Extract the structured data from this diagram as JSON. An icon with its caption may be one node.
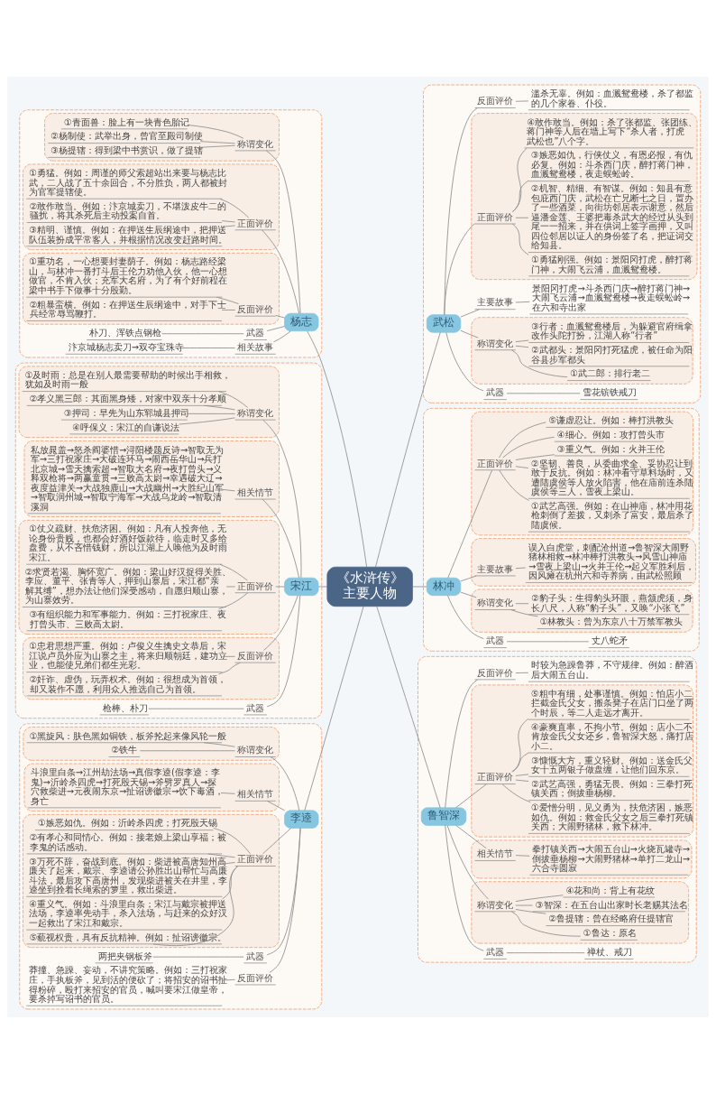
{
  "diagram": {
    "nodes": [
      {
        "text": [
          "《水浒传》主要人物"
        ]
      },
      {
        "text": [],
        "shape": "box"
      },
      {
        "text": [
          "杨志"
        ],
        "in": 1
      },
      {
        "text": [
          "武器"
        ],
        "in": 1
      },
      {
        "text": [
          "朴刀、浑铁点钢枪"
        ],
        "in": 1
      },
      {
        "text": [],
        "shape": "box",
        "in": 1
      },
      {
        "text": [
          "称谓变化"
        ],
        "in": 5
      },
      {
        "text": [
          "①青面兽：脸上有一块青色胎记"
        ],
        "in": 5
      },
      {
        "text": [
          "②杨制使：武举出身，曾官至殿司制使"
        ],
        "in": 5
      },
      {
        "text": [
          "③杨提辖：得到梁中书赏识，做了提辖"
        ],
        "in": 5
      },
      {
        "text": [
          "相关故事"
        ],
        "in": 1
      },
      {
        "text": [
          "汴京城杨志卖刀→双夺宝珠寺"
        ],
        "in": 1
      },
      {
        "text": [],
        "shape": "box",
        "in": 1
      },
      {
        "text": [
          "正面评价"
        ],
        "in": 12
      },
      {
        "text": [
          "①勇猛。例如：周谨的师父索超站出来要与杨志比武，二人战了五十余回合，不分胜负，两人都被封为官军提辖使。"
        ],
        "in": 12
      },
      {
        "text": [
          "②敢作敢当。例如：汴京城卖刀，不堪泼皮牛二的骚扰，将其杀死后主动投案自首。"
        ],
        "in": 12
      },
      {
        "text": [
          "③精明、谨慎。例如：在押送生辰纲途中，把押送队伍装扮成平常客人，并根据情况改变赶路时间。"
        ],
        "in": 12
      },
      {
        "text": [],
        "shape": "box",
        "in": 1
      },
      {
        "text": [
          "反面评价"
        ],
        "in": 17
      },
      {
        "text": [
          "①重功名，一心想要封妻荫子。例如：杨志路经梁山，与林冲一番打斗后王伦力劝他入伙，他一心想做官，不肯入伙；充军大名府，为了有个好前程在梁中书手下做事十分殷勤。"
        ],
        "in": 17
      },
      {
        "text": [
          "②粗暴蛮横。例如：在押送生辰纲途中，对手下士兵经常辱骂鞭打。"
        ],
        "in": 17
      },
      {
        "text": [],
        "shape": "box"
      },
      {
        "text": [
          "宋江"
        ],
        "in": 21
      },
      {
        "text": [
          "武器"
        ],
        "in": 21
      },
      {
        "text": [
          "枪棒、朴刀"
        ],
        "in": 21
      },
      {
        "text": [],
        "shape": "box",
        "in": 21
      },
      {
        "text": [
          "称谓变化"
        ],
        "in": 25
      },
      {
        "text": [
          "①及时雨：总是在别人最需要帮助的时候出手相救，犹如及时雨一般"
        ],
        "in": 25
      },
      {
        "text": [
          "②孝义黑三郎：其面黑身矮，对家中双亲十分孝顺"
        ],
        "in": 25
      },
      {
        "text": [
          "③押司：早先为山东郓城县押司"
        ],
        "in": 25
      },
      {
        "text": [
          "④呼保义：宋江的自谦说法"
        ],
        "in": 25
      },
      {
        "text": [],
        "shape": "box",
        "in": 21
      },
      {
        "text": [
          "相关情节"
        ],
        "in": 31
      },
      {
        "text": [
          "私放晁盖→怒杀阎婆惜→浔阳楼题反诗→智取无为军→三打祝家庄→大破连环马→闹西岳华山→兵打北京城→雪天擒索超→智取大名府→夜打曾头→义释双枪将→两赢童贯→三败高太尉→幸遇破大辽→夜度益津关→大战独鹿山→大战幽州→大胜纪山军→智取润州城→智取宁海军→大战乌龙岭→智取清溪洞"
        ],
        "in": 31
      },
      {
        "text": [],
        "shape": "box",
        "in": 21
      },
      {
        "text": [
          "正面评价"
        ],
        "in": 34
      },
      {
        "text": [
          "①仗义疏财、扶危济困。例如：凡有人投奔他，无论身份贵贱，也都会好酒好饭款待，临走时又多给盘费，从不吝惜钱财，所以江湖上人唤他为及时雨宋江。"
        ],
        "in": 34
      },
      {
        "text": [
          "②求贤若渴、胸怀宽广。例如：梁山好汉捉得关胜、李应、董平、张青等人，押到山寨后，宋江都“亲解其缚”，想办法让他们深受感动，自愿归顺山寨，为山寨效劳。"
        ],
        "in": 34
      },
      {
        "text": [
          "③有组织能力和军事能力。例如：三打祝家庄、夜打曾头市、三败高太尉。"
        ],
        "in": 34
      },
      {
        "text": [],
        "shape": "box",
        "in": 21
      },
      {
        "text": [
          "反面评价"
        ],
        "in": 39
      },
      {
        "text": [
          "①忠君思想严重。例如：卢俊义生擒史文恭后，宋江说卢员外应为山寨之主，将来归顺朝廷，建功立业，也能使兄弟们都生光彩。"
        ],
        "in": 39
      },
      {
        "text": [
          "②奸诈、虚伪，玩弄权术。例如：很想成为首领，却又装作不愿，利用众人推选自己为首领。"
        ],
        "in": 39
      },
      {
        "text": [],
        "shape": "box"
      },
      {
        "text": [
          "李逵"
        ],
        "in": 43
      },
      {
        "text": [
          "武器"
        ],
        "in": 43
      },
      {
        "text": [
          "两把夹钢板斧"
        ],
        "in": 43
      },
      {
        "text": [],
        "shape": "box",
        "in": 43
      },
      {
        "text": [
          "称谓变化"
        ],
        "in": 47
      },
      {
        "text": [
          "①黑旋风：肤色黑如铜铁，板斧抡起来像风轮一般"
        ],
        "in": 47
      },
      {
        "text": [
          "②铁牛"
        ],
        "in": 47
      },
      {
        "text": [],
        "shape": "box",
        "in": 43
      },
      {
        "text": [
          "相关情节"
        ],
        "in": 51
      },
      {
        "text": [
          "斗浪里白条→江州劫法场→真假李逵(假李逵：李鬼)→沂岭杀四虎→打死殷天锡→斧劈罗真人→探穴救柴进→元夜闹东京→扯诏谤徽宗→饮下毒酒，身亡"
        ],
        "in": 51
      },
      {
        "text": [],
        "shape": "box",
        "in": 43
      },
      {
        "text": [
          "正面评价"
        ],
        "in": 54
      },
      {
        "text": [
          "①嫉恶如仇。例如：沂岭杀四虎；打死殷天锡"
        ],
        "in": 54
      },
      {
        "text": [
          "②有孝心和同情心。例如：接老娘上梁山享福；被李鬼的话感动。"
        ],
        "in": 54
      },
      {
        "text": [
          "③万死不辞，奋战到底。例如：柴进被高唐知州高廉关了起来，戴宗、李逵请公孙胜出山帮忙与高廉斗法，最后攻下高唐州，发现柴进被关在井里，李逵坐到拴着长绳索的箩里，救出柴进。"
        ],
        "in": 54
      },
      {
        "text": [
          "④重义气。例如：斗浪里白条；宋江与戴宗被押送法场，李逵率先动手，杀入法场，与赶来的众好汉一起救出了宋江和戴宗。"
        ],
        "in": 54
      },
      {
        "text": [
          "⑤藐视权贵，具有反抗精神。例如：扯诏谤徽宗。"
        ],
        "in": 54
      },
      {
        "text": [
          "反面评价"
        ],
        "in": 43
      },
      {
        "text": [
          "莽撞、急躁、妄动，不讲究策略。例如：三打祝家庄，手执板斧，见到活的便砍了；将招安的诏书扯得粉碎，殴打来招安的官员，喊叫要宋江做皇帝，要杀掉写诏书的官员。"
        ],
        "in": 43
      },
      {
        "text": [],
        "shape": "box"
      },
      {
        "text": [
          "武松"
        ],
        "in": 63
      },
      {
        "text": [
          "武器"
        ],
        "in": 63
      },
      {
        "text": [
          "雪花镔铁戒刀"
        ],
        "in": 63
      },
      {
        "text": [],
        "shape": "box",
        "in": 63
      },
      {
        "text": [
          "称谓变化"
        ],
        "in": 67
      },
      {
        "text": [
          "①武二郎：排行老二"
        ],
        "in": 67
      },
      {
        "text": [
          "②武都头：景阳冈打死猛虎，被任命为阳谷县步军都头"
        ],
        "in": 67
      },
      {
        "text": [
          "③行者：血溅鸳鸯楼后，为躲避官府缉拿改作头陀打扮，江湖人称“行者”"
        ],
        "in": 67
      },
      {
        "text": [
          "主要故事"
        ],
        "in": 63
      },
      {
        "text": [
          "景阳冈打虎→斗杀西门庆→醉打蒋门神→大闹飞云浦→血溅鸳鸯楼→夜走蜈蚣岭→在六和寺出家"
        ],
        "in": 63
      },
      {
        "text": [],
        "shape": "box",
        "in": 63
      },
      {
        "text": [
          "正面评价"
        ],
        "in": 74
      },
      {
        "text": [
          "①勇猛刚强。例如：景阳冈打虎，醉打蒋门神，大闹飞云浦，血溅鸳鸯楼。"
        ],
        "in": 74
      },
      {
        "text": [
          "②机智、精细、有智谋。例如：知县有意包庇西门庆，武松在亡兄断七之日，置办了一些酒菜，向街坊邻居表示谢意，然后逼潘金莲、王婆把毒杀武大的经过从头到尾一一招来，并在供词上签字画押，又叫四位邻居以证人的身份签了名，把证词交给知县。"
        ],
        "in": 74
      },
      {
        "text": [
          "③嫉恶如仇，行侠仗义，有恩必报，有仇必复。例如：斗杀西门庆，醉打蒋门神，血溅鸳鸯楼，夜走蜈蚣岭。"
        ],
        "in": 74
      },
      {
        "text": [
          "④敢作敢当。例如：杀了张都监、张团练、蒋门神等人后在墙上写下“杀人者，打虎武松也”八个字。"
        ],
        "in": 74
      },
      {
        "text": [
          "反面评价"
        ],
        "in": 63
      },
      {
        "text": [
          "滥杀无辜。例如：血溅鸳鸯楼，杀了都监的几个家眷、仆役。"
        ],
        "in": 63
      },
      {
        "text": [],
        "shape": "box"
      },
      {
        "text": [
          "林冲"
        ],
        "in": 82
      },
      {
        "text": [
          "武器"
        ],
        "in": 82
      },
      {
        "text": [
          "丈八蛇矛"
        ],
        "in": 82
      },
      {
        "text": [],
        "shape": "box",
        "in": 82
      },
      {
        "text": [
          "称谓变化"
        ],
        "in": 86
      },
      {
        "text": [
          "①林教头：曾为东京八十万禁军教头"
        ],
        "in": 86
      },
      {
        "text": [
          "②豹子头：生得豹头环眼，燕颔虎须，身长八尺，人称“豹子头”，又唤“小张飞”"
        ],
        "in": 86
      },
      {
        "text": [],
        "shape": "box",
        "in": 82
      },
      {
        "text": [
          "主要故事"
        ],
        "in": 90
      },
      {
        "text": [
          "误入白虎堂，刺配沧州道→鲁智深大闹野猪林相救→林冲棒打洪教头→风雪山神庙→雪夜上梁山→火并王伦→起义军胜利后，因风瘫在杭州六和寺养病，由武松照顾"
        ],
        "in": 90
      },
      {
        "text": [],
        "shape": "box",
        "in": 82
      },
      {
        "text": [
          "正面评价"
        ],
        "in": 93
      },
      {
        "text": [
          "①武艺高强。例如：在山神庙，林冲用花枪刺倒了差拨，又刺杀了富安，最后杀了陆虞候。"
        ],
        "in": 93
      },
      {
        "text": [
          "②坚韧、善良，从委曲求全、妥协忍让到敢于反抗。例如：林冲看守草料场时，又遭陆虞侯等人放火陷害，他在庙前连杀陆虞侯等三人，雪夜上梁山。"
        ],
        "in": 93
      },
      {
        "text": [
          "③重义气。例如：火并王伦"
        ],
        "in": 93
      },
      {
        "text": [
          "④细心。例如：攻打曾头市"
        ],
        "in": 93
      },
      {
        "text": [
          "⑤谦虚忍让。例如：棒打洪教头"
        ],
        "in": 93
      },
      {
        "text": [],
        "shape": "box"
      },
      {
        "text": [
          "鲁智深"
        ],
        "in": 100
      },
      {
        "text": [
          "武器"
        ],
        "in": 100
      },
      {
        "text": [
          "禅杖、戒刀"
        ],
        "in": 100
      },
      {
        "text": [],
        "shape": "box",
        "in": 100
      },
      {
        "text": [
          "称谓变化"
        ],
        "in": 104
      },
      {
        "text": [
          "①鲁达：原名"
        ],
        "in": 104
      },
      {
        "text": [
          "②鲁提辖：曾在经略府任提辖官"
        ],
        "in": 104
      },
      {
        "text": [
          "③智深：在五台山出家时长老赐其法名"
        ],
        "in": 104
      },
      {
        "text": [
          "④花和尚：背上有花纹"
        ],
        "in": 104
      },
      {
        "text": [],
        "shape": "box",
        "in": 100
      },
      {
        "text": [
          "相关情节"
        ],
        "in": 110
      },
      {
        "text": [
          "拳打镇关西→大闹五台山→火烧瓦罐寺→倒拔垂杨柳→大闹野猪林→单打二龙山→六合寺圆寂"
        ],
        "in": 110
      },
      {
        "text": [],
        "shape": "box",
        "in": 100
      },
      {
        "text": [
          "正面评价"
        ],
        "in": 113
      },
      {
        "text": [
          "①爱憎分明，见义勇为，扶危济困，嫉恶如仇。例如：救金氏父女之后三拳打死镇关西；大闹野猪林，救下林冲。"
        ],
        "in": 113
      },
      {
        "text": [
          "②武艺高强，勇猛无畏。例如：三拳打死镇关西；倒拔垂杨柳。"
        ],
        "in": 113
      },
      {
        "text": [
          "③慷慨大方，重义轻财。例如：送金氏父女十五两银子做盘缠，让他们回东京。"
        ],
        "in": 113
      },
      {
        "text": [
          "④豪爽直率，不拘小节。例如：店小二不肯放金氏父女还乡，鲁智深大怒，痛打店小二。"
        ],
        "in": 113
      },
      {
        "text": [
          "⑤粗中有细，处事谨慎。例如：怕店小二拦截金氏父女，搬条凳子在店门口坐了两个时辰，等二人走远才离开。"
        ],
        "in": 113
      },
      {
        "text": [
          "反面评价"
        ],
        "in": 100
      },
      {
        "text": [
          "时较为急躁鲁莽，不守规律。例如：醉酒后大闹五台山。"
        ],
        "in": 100
      }
    ],
    "edges": [
      {
        "from": 2,
        "to": 0,
        "arrow": "none"
      },
      {
        "from": 3,
        "to": 2,
        "arrow": "none"
      },
      {
        "from": 4,
        "to": 3,
        "arrow": "none"
      },
      {
        "from": 6,
        "to": 2,
        "arrow": "none"
      },
      {
        "from": 7,
        "to": 6,
        "arrow": "none"
      },
      {
        "from": 8,
        "to": 6,
        "arrow": "none"
      },
      {
        "from": 9,
        "to": 6,
        "arrow": "none"
      },
      {
        "from": 10,
        "to": 2,
        "arrow": "none"
      },
      {
        "from": 11,
        "to": 10,
        "arrow": "none"
      },
      {
        "from": 13,
        "to": 2,
        "arrow": "none"
      },
      {
        "from": 14,
        "to": 13,
        "arrow": "none"
      },
      {
        "from": 15,
        "to": 13,
        "arrow": "none"
      },
      {
        "from": 16,
        "to": 13,
        "arrow": "none"
      },
      {
        "from": 18,
        "to": 2,
        "arrow": "none"
      },
      {
        "from": 19,
        "to": 18,
        "arrow": "none"
      },
      {
        "from": 20,
        "to": 18,
        "arrow": "none"
      },
      {
        "from": 22,
        "to": 0,
        "arrow": "none"
      },
      {
        "from": 23,
        "to": 22,
        "arrow": "none"
      },
      {
        "from": 24,
        "to": 23,
        "arrow": "none"
      },
      {
        "from": 26,
        "to": 22,
        "arrow": "none"
      },
      {
        "from": 27,
        "to": 26,
        "arrow": "none"
      },
      {
        "from": 28,
        "to": 26,
        "arrow": "none"
      },
      {
        "from": 29,
        "to": 26,
        "arrow": "none"
      },
      {
        "from": 30,
        "to": 26,
        "arrow": "none"
      },
      {
        "from": 32,
        "to": 22,
        "arrow": "none"
      },
      {
        "from": 33,
        "to": 32,
        "arrow": "none"
      },
      {
        "from": 35,
        "to": 22,
        "arrow": "none"
      },
      {
        "from": 36,
        "to": 35,
        "arrow": "none"
      },
      {
        "from": 37,
        "to": 35,
        "arrow": "none"
      },
      {
        "from": 38,
        "to": 35,
        "arrow": "none"
      },
      {
        "from": 40,
        "to": 22,
        "arrow": "none"
      },
      {
        "from": 41,
        "to": 40,
        "arrow": "none"
      },
      {
        "from": 42,
        "to": 40,
        "arrow": "none"
      },
      {
        "from": 44,
        "to": 0,
        "arrow": "none"
      },
      {
        "from": 45,
        "to": 44,
        "arrow": "none"
      },
      {
        "from": 46,
        "to": 45,
        "arrow": "none"
      },
      {
        "from": 48,
        "to": 44,
        "arrow": "none"
      },
      {
        "from": 49,
        "to": 48,
        "arrow": "none"
      },
      {
        "from": 50,
        "to": 48,
        "arrow": "none"
      },
      {
        "from": 52,
        "to": 44,
        "arrow": "none"
      },
      {
        "from": 53,
        "to": 52,
        "arrow": "none"
      },
      {
        "from": 55,
        "to": 44,
        "arrow": "none"
      },
      {
        "from": 56,
        "to": 55,
        "arrow": "none"
      },
      {
        "from": 57,
        "to": 55,
        "arrow": "none"
      },
      {
        "from": 58,
        "to": 55,
        "arrow": "none"
      },
      {
        "from": 59,
        "to": 55,
        "arrow": "none"
      },
      {
        "from": 60,
        "to": 55,
        "arrow": "none"
      },
      {
        "from": 61,
        "to": 44,
        "arrow": "none"
      },
      {
        "from": 62,
        "to": 61,
        "arrow": "none"
      },
      {
        "from": 0,
        "to": 64,
        "arrow": "none"
      },
      {
        "from": 64,
        "to": 80,
        "arrow": "none"
      },
      {
        "from": 80,
        "to": 81,
        "arrow": "none"
      },
      {
        "from": 64,
        "to": 75,
        "arrow": "none"
      },
      {
        "from": 75,
        "to": 79,
        "arrow": "none"
      },
      {
        "from": 75,
        "to": 78,
        "arrow": "none"
      },
      {
        "from": 75,
        "to": 77,
        "arrow": "none"
      },
      {
        "from": 75,
        "to": 76,
        "arrow": "none"
      },
      {
        "from": 64,
        "to": 72,
        "arrow": "none"
      },
      {
        "from": 72,
        "to": 73,
        "arrow": "none"
      },
      {
        "from": 64,
        "to": 68,
        "arrow": "none"
      },
      {
        "from": 68,
        "to": 71,
        "arrow": "none"
      },
      {
        "from": 68,
        "to": 70,
        "arrow": "none"
      },
      {
        "from": 68,
        "to": 69,
        "arrow": "none"
      },
      {
        "from": 64,
        "to": 65,
        "arrow": "none"
      },
      {
        "from": 65,
        "to": 66,
        "arrow": "none"
      },
      {
        "from": 0,
        "to": 83,
        "arrow": "none"
      },
      {
        "from": 83,
        "to": 94,
        "arrow": "none"
      },
      {
        "from": 94,
        "to": 99,
        "arrow": "none"
      },
      {
        "from": 94,
        "to": 98,
        "arrow": "none"
      },
      {
        "from": 94,
        "to": 97,
        "arrow": "none"
      },
      {
        "from": 94,
        "to": 96,
        "arrow": "none"
      },
      {
        "from": 94,
        "to": 95,
        "arrow": "none"
      },
      {
        "from": 83,
        "to": 91,
        "arrow": "none"
      },
      {
        "from": 91,
        "to": 92,
        "arrow": "none"
      },
      {
        "from": 83,
        "to": 87,
        "arrow": "none"
      },
      {
        "from": 87,
        "to": 89,
        "arrow": "none"
      },
      {
        "from": 87,
        "to": 88,
        "arrow": "none"
      },
      {
        "from": 83,
        "to": 84,
        "arrow": "none"
      },
      {
        "from": 84,
        "to": 85,
        "arrow": "none"
      },
      {
        "from": 0,
        "to": 101,
        "arrow": "none"
      },
      {
        "from": 101,
        "to": 120,
        "arrow": "none"
      },
      {
        "from": 120,
        "to": 121,
        "arrow": "none"
      },
      {
        "from": 101,
        "to": 114,
        "arrow": "none"
      },
      {
        "from": 114,
        "to": 119,
        "arrow": "none"
      },
      {
        "from": 114,
        "to": 118,
        "arrow": "none"
      },
      {
        "from": 114,
        "to": 117,
        "arrow": "none"
      },
      {
        "from": 114,
        "to": 116,
        "arrow": "none"
      },
      {
        "from": 114,
        "to": 115,
        "arrow": "none"
      },
      {
        "from": 101,
        "to": 111,
        "arrow": "none"
      },
      {
        "from": 111,
        "to": 112,
        "arrow": "none"
      },
      {
        "from": 101,
        "to": 105,
        "arrow": "none"
      },
      {
        "from": 105,
        "to": 109,
        "arrow": "none"
      },
      {
        "from": 105,
        "to": 108,
        "arrow": "none"
      },
      {
        "from": 105,
        "to": 107,
        "arrow": "none"
      },
      {
        "from": 105,
        "to": 106,
        "arrow": "none"
      },
      {
        "from": 101,
        "to": 102,
        "arrow": "none"
      },
      {
        "from": 102,
        "to": 103,
        "arrow": "none"
      }
    ]
  }
}
